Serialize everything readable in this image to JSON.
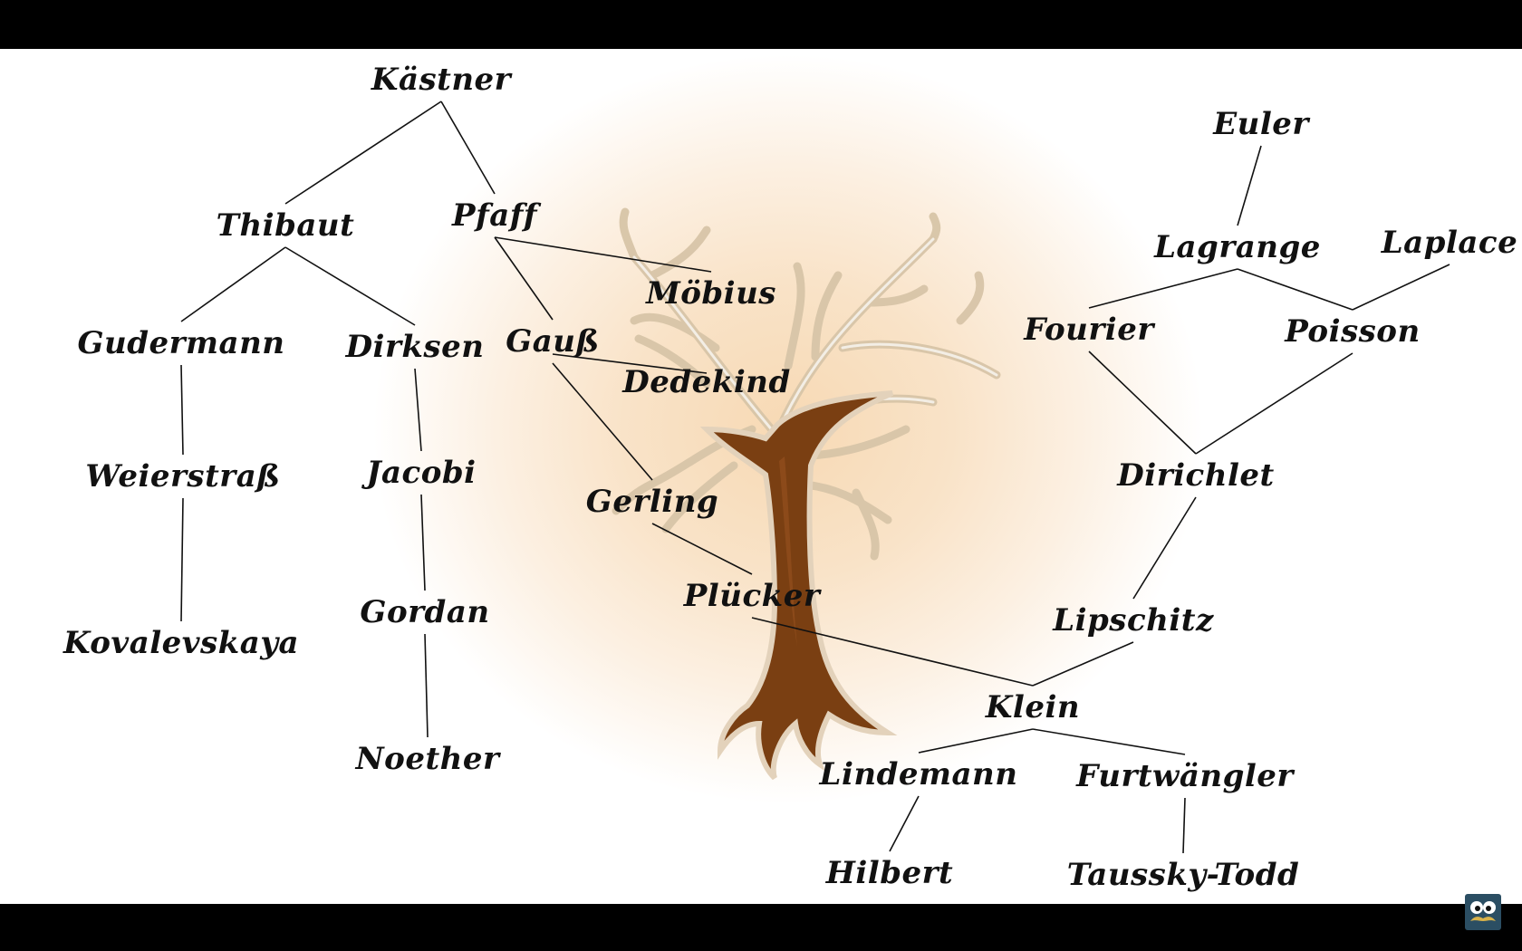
{
  "diagram": {
    "nodes": [
      {
        "id": "kastner",
        "label": "Kästner"
      },
      {
        "id": "thibaut",
        "label": "Thibaut"
      },
      {
        "id": "pfaff",
        "label": "Pfaff"
      },
      {
        "id": "gudermann",
        "label": "Gudermann"
      },
      {
        "id": "dirksen",
        "label": "Dirksen"
      },
      {
        "id": "gauss",
        "label": "Gauß"
      },
      {
        "id": "mobius",
        "label": "Möbius"
      },
      {
        "id": "dedekind",
        "label": "Dedekind"
      },
      {
        "id": "weierstrass",
        "label": "Weierstraß"
      },
      {
        "id": "jacobi",
        "label": "Jacobi"
      },
      {
        "id": "gerling",
        "label": "Gerling"
      },
      {
        "id": "kovalevskaya",
        "label": "Kovalevskaya"
      },
      {
        "id": "gordan",
        "label": "Gordan"
      },
      {
        "id": "plucker",
        "label": "Plücker"
      },
      {
        "id": "noether",
        "label": "Noether"
      },
      {
        "id": "euler",
        "label": "Euler"
      },
      {
        "id": "lagrange",
        "label": "Lagrange"
      },
      {
        "id": "laplace",
        "label": "Laplace"
      },
      {
        "id": "fourier",
        "label": "Fourier"
      },
      {
        "id": "poisson",
        "label": "Poisson"
      },
      {
        "id": "dirichlet",
        "label": "Dirichlet"
      },
      {
        "id": "lipschitz",
        "label": "Lipschitz"
      },
      {
        "id": "klein",
        "label": "Klein"
      },
      {
        "id": "lindemann",
        "label": "Lindemann"
      },
      {
        "id": "furtwangler",
        "label": "Furtwängler"
      },
      {
        "id": "hilbert",
        "label": "Hilbert"
      },
      {
        "id": "taussky",
        "label": "Taussky-Todd"
      }
    ],
    "edges": [
      [
        "kastner",
        "thibaut"
      ],
      [
        "kastner",
        "pfaff"
      ],
      [
        "thibaut",
        "gudermann"
      ],
      [
        "thibaut",
        "dirksen"
      ],
      [
        "pfaff",
        "mobius"
      ],
      [
        "pfaff",
        "gauss"
      ],
      [
        "gauss",
        "dedekind"
      ],
      [
        "gauss",
        "gerling"
      ],
      [
        "gudermann",
        "weierstrass"
      ],
      [
        "weierstrass",
        "kovalevskaya"
      ],
      [
        "dirksen",
        "jacobi"
      ],
      [
        "jacobi",
        "gordan"
      ],
      [
        "gordan",
        "noether"
      ],
      [
        "gerling",
        "plucker"
      ],
      [
        "plucker",
        "klein"
      ],
      [
        "euler",
        "lagrange"
      ],
      [
        "lagrange",
        "fourier"
      ],
      [
        "lagrange",
        "poisson"
      ],
      [
        "laplace",
        "poisson"
      ],
      [
        "fourier",
        "dirichlet"
      ],
      [
        "poisson",
        "dirichlet"
      ],
      [
        "dirichlet",
        "lipschitz"
      ],
      [
        "lipschitz",
        "klein"
      ],
      [
        "klein",
        "lindemann"
      ],
      [
        "klein",
        "furtwangler"
      ],
      [
        "lindemann",
        "hilbert"
      ],
      [
        "furtwangler",
        "taussky"
      ]
    ]
  },
  "colors": {
    "ink": "#111111",
    "trunk": "#7a3f12",
    "branch": "#e4d3bb",
    "glow": "#f7d9b4"
  }
}
